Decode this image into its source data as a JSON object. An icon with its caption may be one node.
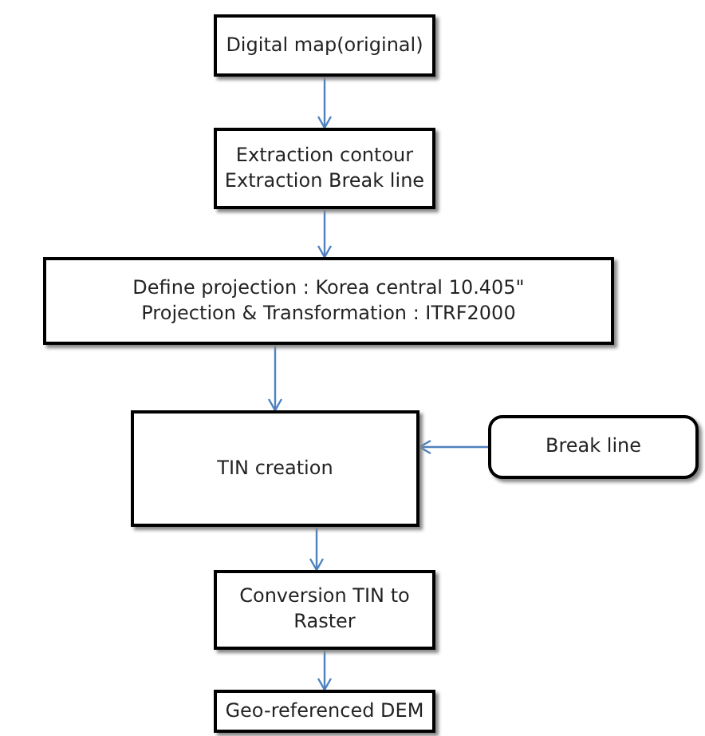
{
  "diagram": {
    "nodes": [
      {
        "text": [
          "Digital map(original)"
        ]
      },
      {
        "text": [
          "Extraction contour",
          "Extraction Break line"
        ]
      },
      {
        "text": [
          "Define projection : Korea central 10.405\"",
          "Projection & Transformation : ITRF2000"
        ]
      },
      {
        "text": [
          "TIN creation"
        ]
      },
      {
        "text": [
          "Break line"
        ]
      },
      {
        "text": [
          "Conversion TIN to Raster"
        ]
      },
      {
        "text": [
          "Geo-referenced DEM"
        ]
      }
    ],
    "edges": [
      {
        "from": 0,
        "to": 1,
        "arrow": "to"
      },
      {
        "from": 1,
        "to": 2,
        "arrow": "to"
      },
      {
        "from": 2,
        "to": 3,
        "arrow": "to"
      },
      {
        "from": 4,
        "to": 3,
        "arrow": "to"
      },
      {
        "from": 3,
        "to": 5,
        "arrow": "to"
      },
      {
        "from": 5,
        "to": 6,
        "arrow": "to"
      }
    ]
  }
}
